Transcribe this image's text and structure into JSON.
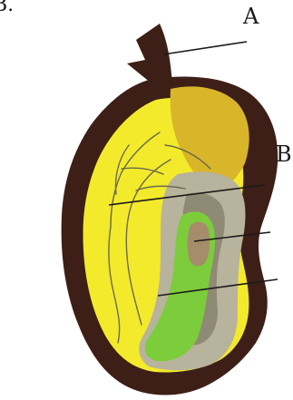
{
  "labels": {
    "top_left_fragment": "B.",
    "label_a": "A",
    "label_b": "B"
  },
  "colors": {
    "seed_coat": "#3d1f17",
    "seed_coat_highlight": "#5a2e22",
    "cotyledon_yellow": "#f3ea2c",
    "cotyledon_yellow_pale": "#f6ef6a",
    "cotyledon_gold": "#d9b52a",
    "embryo_gray": "#b8b39c",
    "embryo_gray_dark": "#8f8a75",
    "radicle_green": "#7ccc3c",
    "plumule_tan": "#a58d6c",
    "leader_line": "#1a1a1a"
  }
}
